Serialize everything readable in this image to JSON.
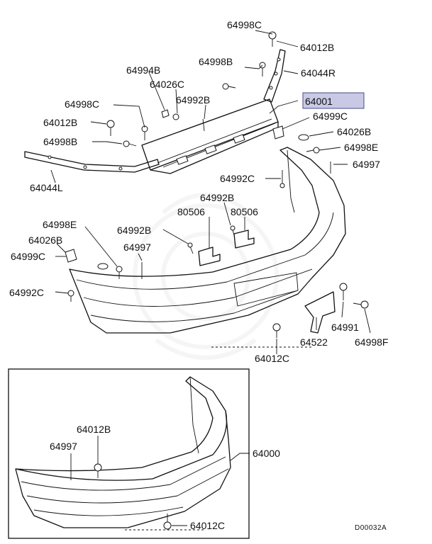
{
  "callouts": {
    "c01": "64998C",
    "c02": "64012B",
    "c03": "64994B",
    "c04": "64998B",
    "c05": "64044R",
    "c06": "64026C",
    "c07": "64992B",
    "c08": "64001",
    "c09": "64998C",
    "c10": "64999C",
    "c11": "64012B",
    "c12": "64026B",
    "c13": "64998B",
    "c14": "64998E",
    "c15": "64997",
    "c16": "64044L",
    "c17": "64992C",
    "c18": "64992B",
    "c19": "80506",
    "c20": "80506",
    "c21": "64998E",
    "c22": "64992B",
    "c23": "64026B",
    "c24": "64997",
    "c25": "64999C",
    "c26": "64992C",
    "c27": "64991",
    "c28": "64522",
    "c29": "64998F",
    "c30": "64012C",
    "c31": "64012B",
    "c32": "64997",
    "c33": "64000",
    "c34": "64012C"
  },
  "diagram_code": "D00032A",
  "highlight_color": "#c9c9e6"
}
